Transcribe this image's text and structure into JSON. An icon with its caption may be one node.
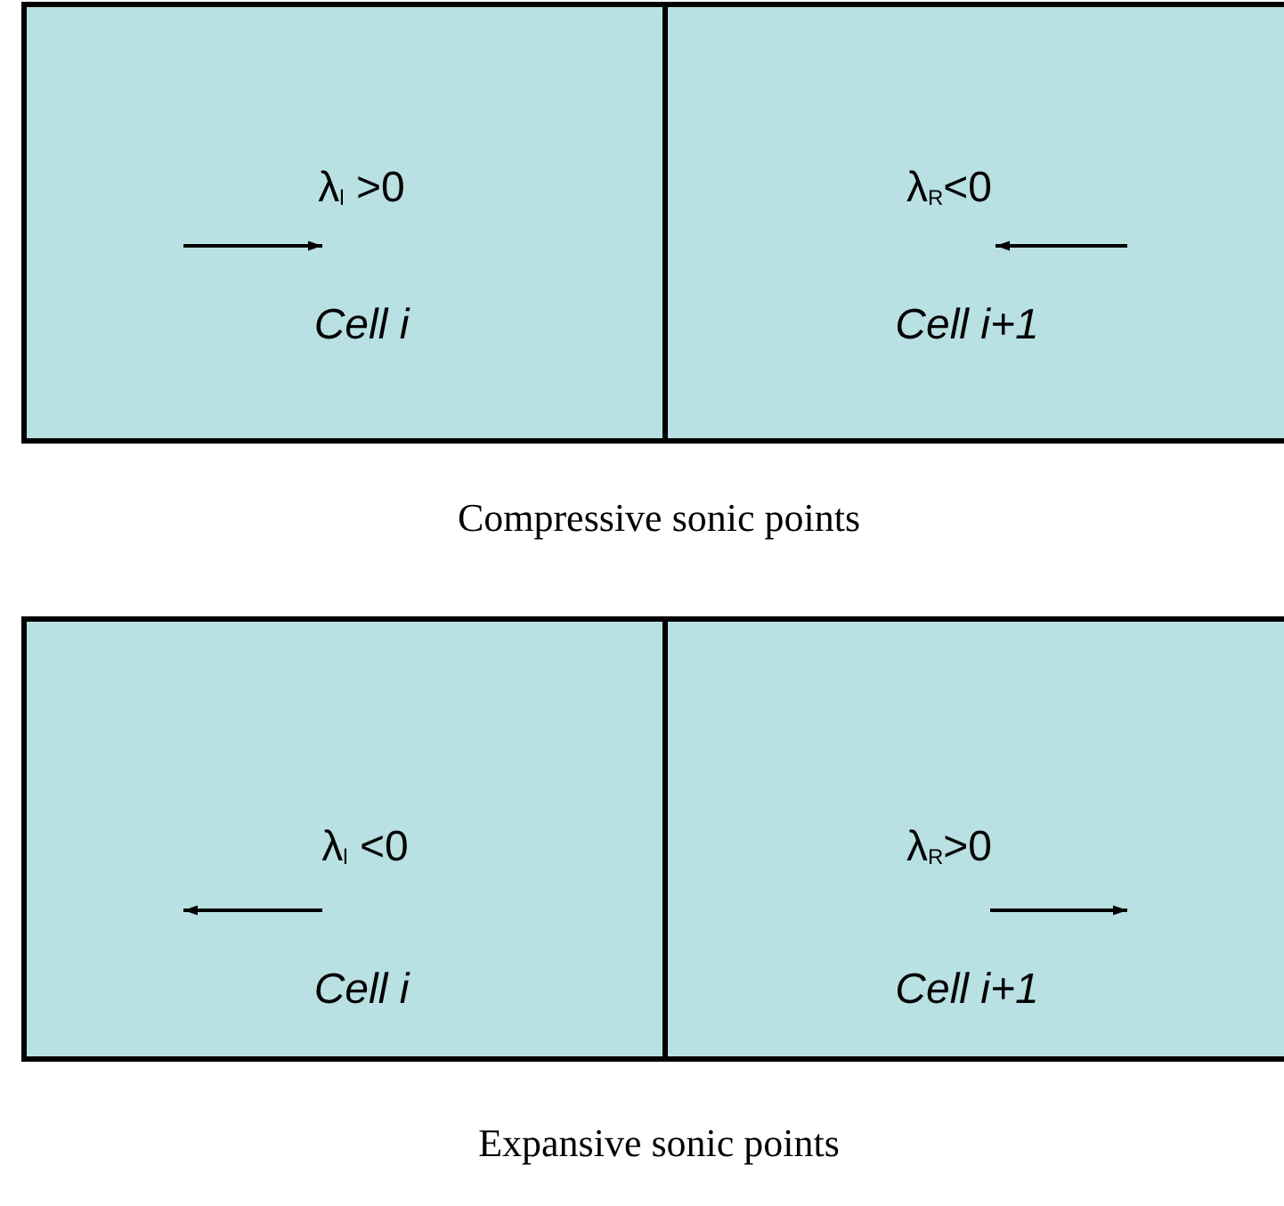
{
  "diagram": {
    "nodes": [
      {
        "text": [
          "λ$_{l}$ >0",
          "Cell i"
        ]
      },
      {
        "text": [
          "λ$_{R}$<0",
          "Cell i+1"
        ]
      },
      {
        "text": [
          "λ$_{l}$ <0",
          "Cell i"
        ]
      },
      {
        "text": [
          "λ$_{R}$>0",
          "Cell i+1"
        ]
      }
    ],
    "labels": [
      "Compressive sonic points",
      "Expansive sonic points"
    ]
  }
}
